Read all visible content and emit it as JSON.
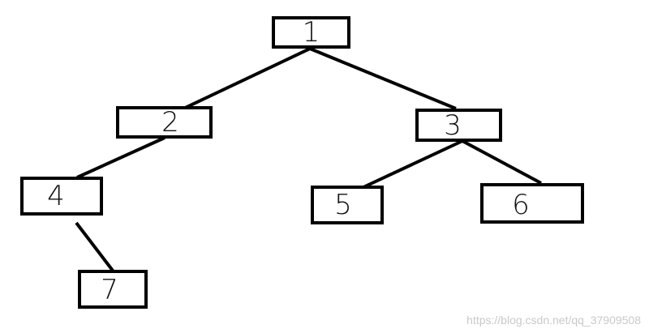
{
  "diagram": {
    "nodes": [
      {
        "id": "n1",
        "label": "1"
      },
      {
        "id": "n2",
        "label": "2"
      },
      {
        "id": "n3",
        "label": "3"
      },
      {
        "id": "n4",
        "label": "4"
      },
      {
        "id": "n5",
        "label": "5"
      },
      {
        "id": "n6",
        "label": "6"
      },
      {
        "id": "n7",
        "label": "7"
      }
    ],
    "edges": [
      {
        "from": "n1",
        "to": "n2"
      },
      {
        "from": "n1",
        "to": "n3"
      },
      {
        "from": "n2",
        "to": "n4"
      },
      {
        "from": "n4",
        "to": "n7"
      },
      {
        "from": "n3",
        "to": "n5"
      },
      {
        "from": "n3",
        "to": "n6"
      }
    ]
  },
  "watermark": {
    "text": "https://blog.csdn.net/qq_37909508"
  },
  "colors": {
    "stroke": "#000000",
    "background": "#ffffff",
    "watermark": "#c9c9c9"
  }
}
